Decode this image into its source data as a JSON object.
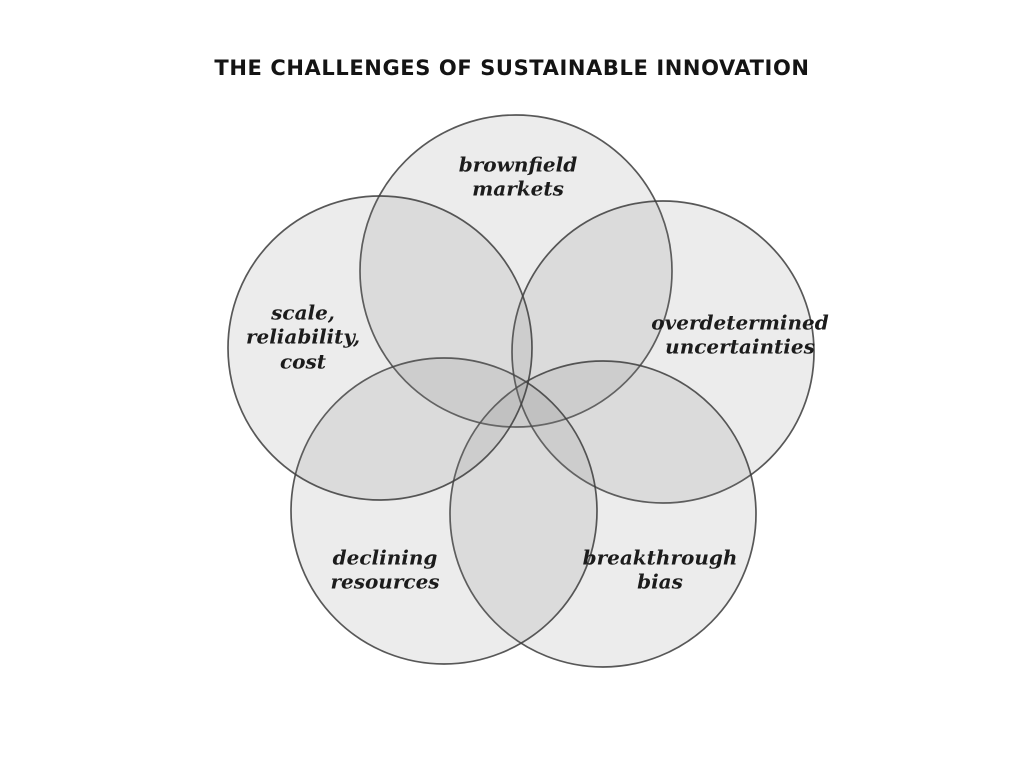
{
  "title": "THE CHALLENGES OF SUSTAINABLE INNOVATION",
  "diagram": {
    "type": "venn",
    "circle_count": 5,
    "circles": [
      {
        "id": "brownfield-markets",
        "label": "brownfield\nmarkets",
        "position": "top"
      },
      {
        "id": "overdetermined-uncertainties",
        "label": "overdetermined\nuncertainties",
        "position": "right"
      },
      {
        "id": "breakthrough-bias",
        "label": "breakthrough\nbias",
        "position": "bottom-right"
      },
      {
        "id": "declining-resources",
        "label": "declining\nresources",
        "position": "bottom-left"
      },
      {
        "id": "scale-reliability-cost",
        "label": "scale,\nreliability,\ncost",
        "position": "left"
      }
    ],
    "style": {
      "fill_color": "#808080",
      "fill_opacity": "0.15",
      "stroke_color": "#3c3c3c",
      "background": "#ffffff",
      "text_color": "#1c1c1c"
    }
  }
}
